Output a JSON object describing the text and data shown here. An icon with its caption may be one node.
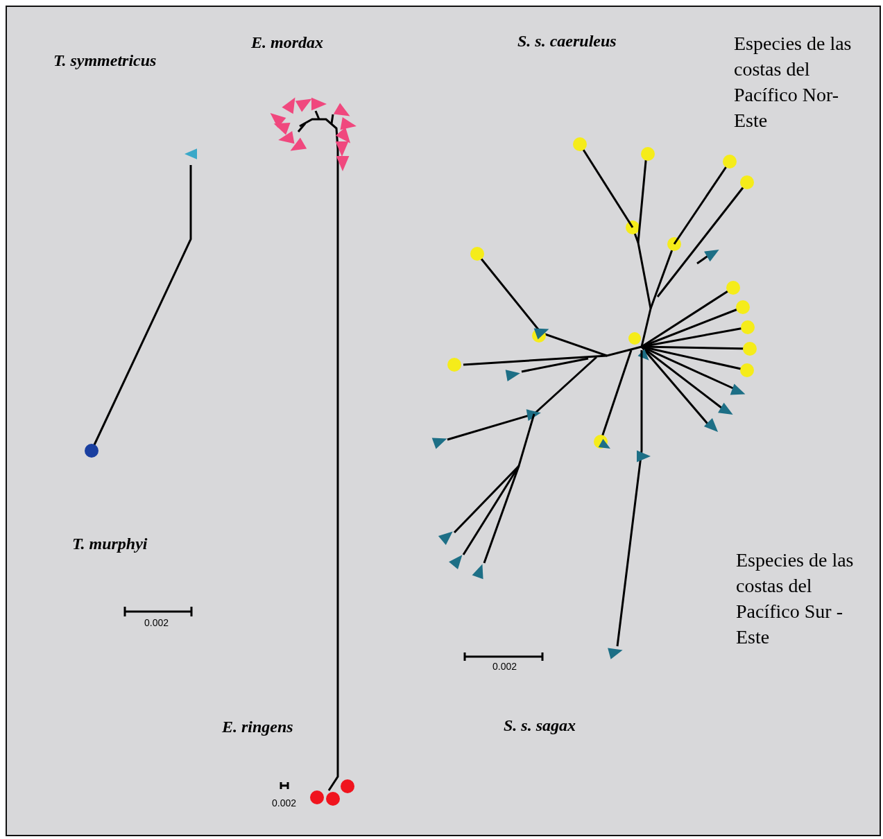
{
  "diagram": {
    "labels": [
      "E. mordax",
      "S. s. caeruleus",
      "Especies de las costas del Pacífico Nor-Este",
      "T. symmetricus",
      "T. murphyi",
      "Especies de las costas del Pacífico Sur -Este",
      "0.002",
      "0.002",
      "E. ringens",
      "S.  s. sagax",
      "0.002"
    ]
  }
}
